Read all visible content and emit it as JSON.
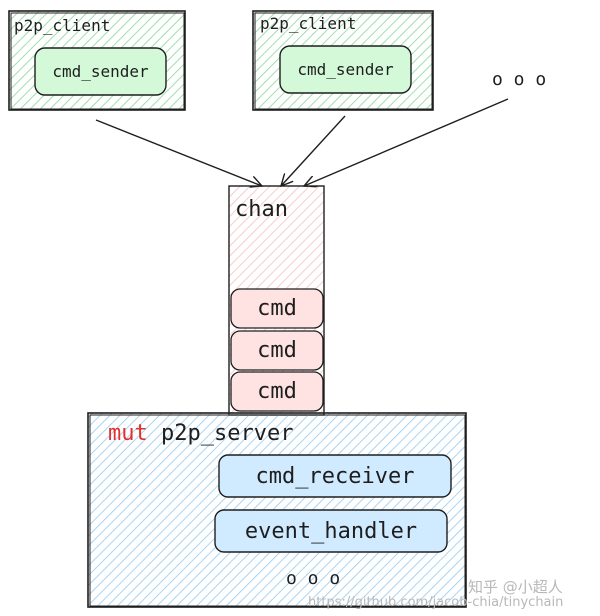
{
  "clients": [
    {
      "title": "p2p_client",
      "inner": "cmd_sender"
    },
    {
      "title": "p2p_client",
      "inner": "cmd_sender"
    }
  ],
  "clients_more": "o  o  o",
  "chan": {
    "title": "chan",
    "items": [
      "cmd",
      "cmd",
      "cmd"
    ]
  },
  "server": {
    "keyword": "mut",
    "title": "p2p_server",
    "components": [
      "cmd_receiver",
      "event_handler"
    ],
    "more": "o  o  o"
  },
  "watermark": {
    "brand": "知乎 @小超人",
    "url": "https://github.com/jacob-chia/tinychain"
  },
  "colors": {
    "client_fill": "#b2f2bb",
    "client_inner": "#d3f9d8",
    "chan_fill": "#ffc9c9",
    "chan_item": "#ffe3e3",
    "server_fill": "#a5d8ff",
    "server_inner": "#d0ebff",
    "keyword": "#e03131",
    "stroke": "#1e1e1e"
  }
}
